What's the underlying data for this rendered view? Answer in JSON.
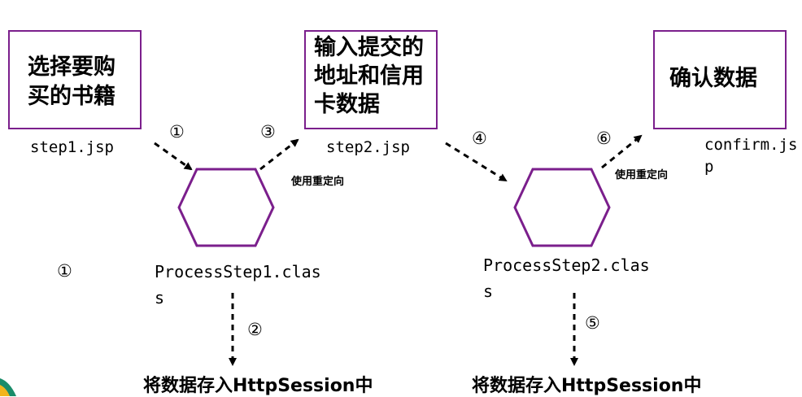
{
  "colors": {
    "border": "#7b1f8c",
    "arrow": "#000000"
  },
  "boxes": {
    "select_books": "选择要购\n买的书籍",
    "address_card": "输入提交的\n地址和信用\n卡数据",
    "confirm": "确认数据"
  },
  "files": {
    "step1": "step1.jsp",
    "step2": "step2.jsp",
    "confirm_l1": "confirm.js",
    "confirm_l2": "p"
  },
  "processes": {
    "p1_l1": "ProcessStep1.clas",
    "p1_l2": "s",
    "p2_l1": "ProcessStep2.clas",
    "p2_l2": "s"
  },
  "steps": {
    "s1": "①",
    "s2": "②",
    "s3": "③",
    "s4": "④",
    "s5": "⑤",
    "s6": "⑥",
    "s1_left": "①"
  },
  "notes": {
    "redirect1": "使用重定向",
    "redirect2": "使用重定向"
  },
  "captions": {
    "left": "将数据存入HttpSession中",
    "right": "将数据存入HttpSession中"
  }
}
